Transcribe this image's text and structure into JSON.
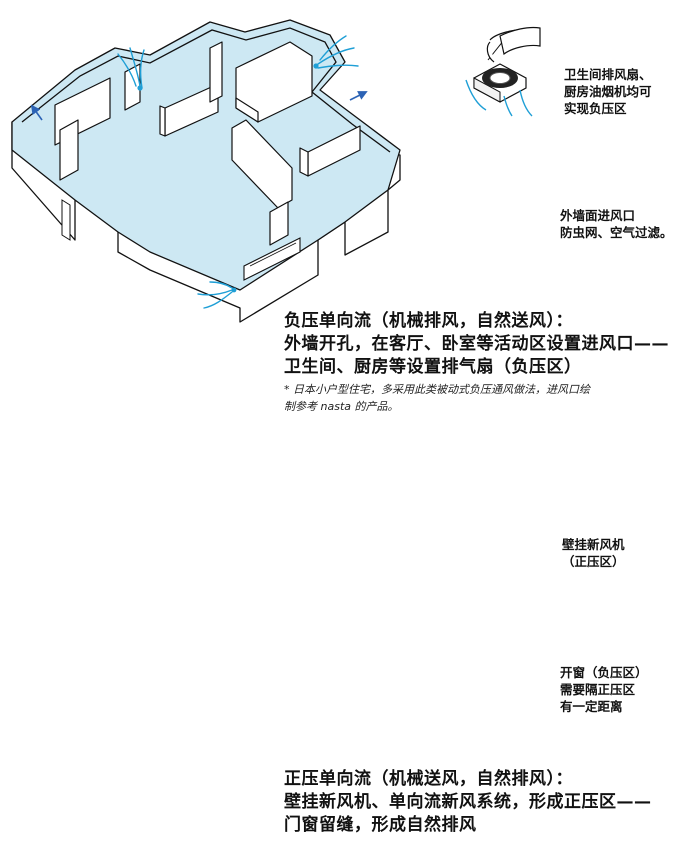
{
  "colors": {
    "floor": "#cde8f3",
    "wall": "#ffffff",
    "line": "#111111",
    "airflow": "#1f9fd6",
    "arrow": "#2c63b5"
  },
  "top_section": {
    "fan_label": "卫生间排风扇、\n厨房油烟机均可\n实现负压区",
    "vent_label": "外墙面进风口\n防虫网、空气过滤。",
    "caption_title": "负压单向流（机械排风，自然送风）：\n外墙开孔，在客厅、卧室等活动区设置进风口——\n卫生间、厨房等设置排气扇（负压区）",
    "caption_note": "* 日本小户型住宅，多采用此类被动式负压通风做法，进风口绘\n制参考 nasta 的产品。"
  },
  "bottom_section": {
    "erv_label": "壁挂新风机\n（正压区）",
    "window_label": "开窗（负压区）\n需要隔正压区\n有一定距离",
    "caption_title": "正压单向流（机械送风，自然排风）：\n壁挂新风机、单向流新风系统，形成正压区——\n门窗留缝，形成自然排风"
  },
  "icons": {
    "exhaust_fan": "exhaust-fan-icon",
    "wall_vent": "wall-vent-icon",
    "wall_erv": "wall-mounted-fresh-air-unit-icon",
    "window": "open-window-icon"
  }
}
